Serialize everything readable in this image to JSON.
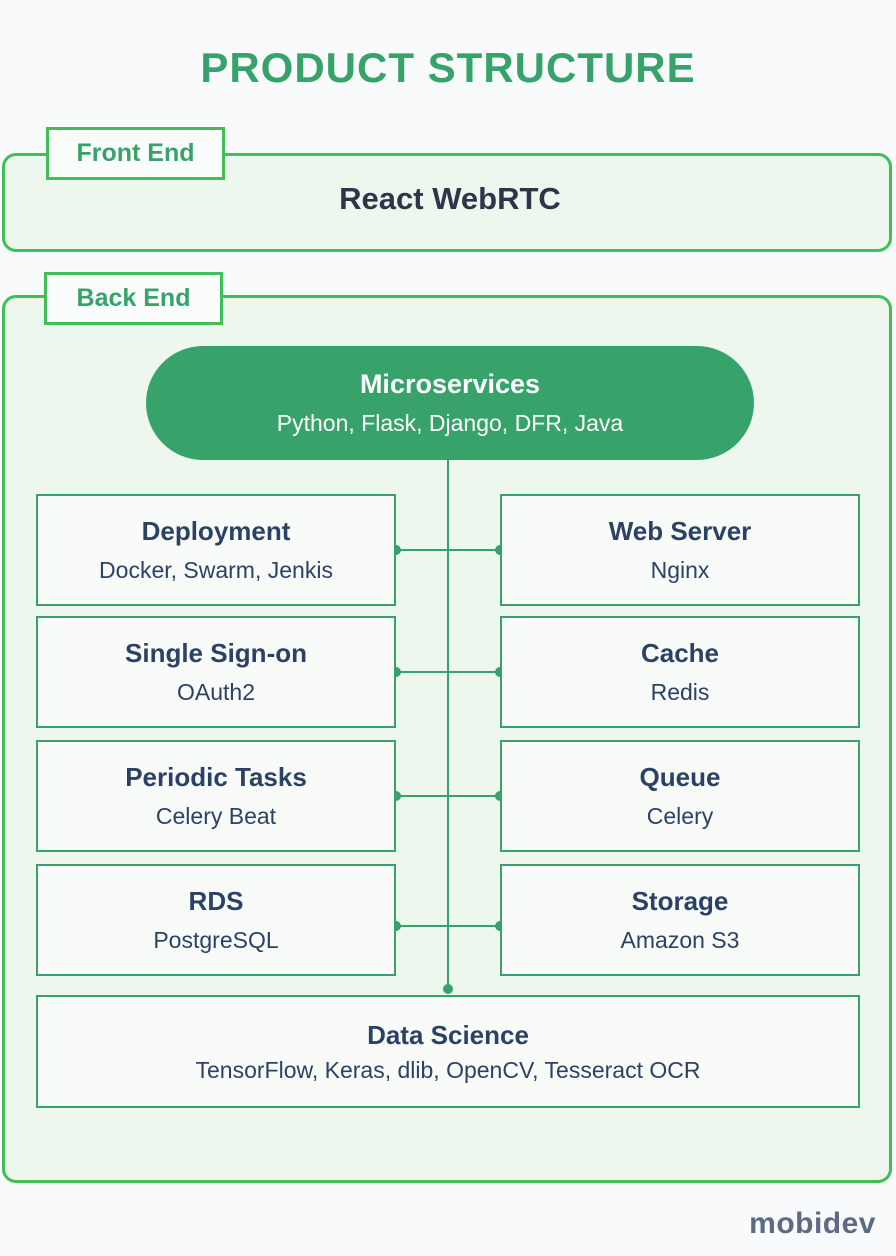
{
  "title": "PRODUCT STRUCTURE",
  "front_end": {
    "label": "Front End",
    "content": "React WebRTC"
  },
  "back_end": {
    "label": "Back End",
    "microservices": {
      "title": "Microservices",
      "subtitle": "Python, Flask, Django, DFR, Java"
    },
    "left": [
      {
        "title": "Deployment",
        "subtitle": "Docker, Swarm, Jenkis"
      },
      {
        "title": "Single Sign-on",
        "subtitle": "OAuth2"
      },
      {
        "title": "Periodic Tasks",
        "subtitle": "Celery Beat"
      },
      {
        "title": "RDS",
        "subtitle": "PostgreSQL"
      }
    ],
    "right": [
      {
        "title": "Web Server",
        "subtitle": "Nginx"
      },
      {
        "title": "Cache",
        "subtitle": "Redis"
      },
      {
        "title": "Queue",
        "subtitle": "Celery"
      },
      {
        "title": "Storage",
        "subtitle": "Amazon S3"
      }
    ],
    "data_science": {
      "title": "Data Science",
      "subtitle": "TensorFlow, Keras, dlib, OpenCV, Tesseract OCR"
    }
  },
  "logo": "mobidev",
  "colors": {
    "accent": "#37a36a",
    "border": "#3fbf55",
    "text": "#2b4266"
  }
}
